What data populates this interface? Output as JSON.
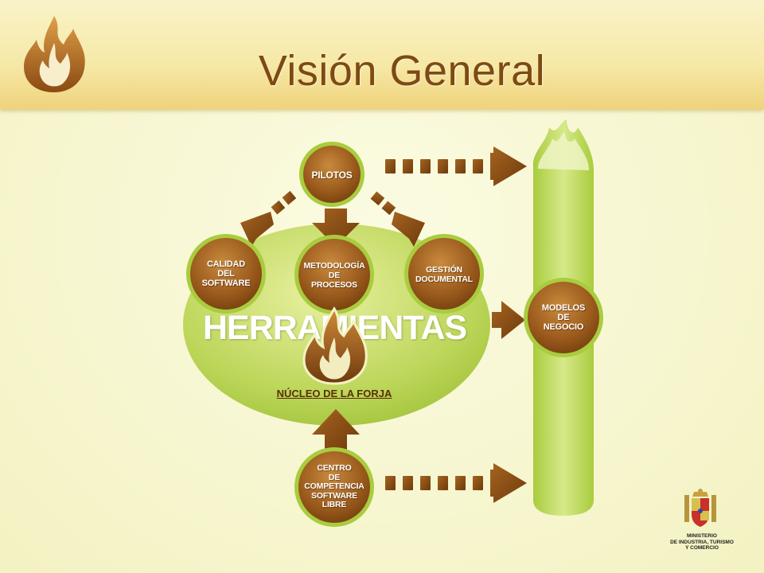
{
  "slide": {
    "title": "Visión General"
  },
  "diagram": {
    "nodes": {
      "pilotos": "PILOTOS",
      "calidad": [
        "CALIDAD",
        "DEL",
        "SOFTWARE"
      ],
      "metodologia": [
        "METODOLOGÍA",
        "DE",
        "PROCESOS"
      ],
      "gestion": [
        "GESTIÓN",
        "DOCUMENTAL"
      ],
      "modelos": [
        "MODELOS",
        "DE",
        "NEGOCIO"
      ],
      "centro": [
        "CENTRO",
        "DE",
        "COMPETENCIA",
        "SOFTWARE",
        "LIBRE"
      ]
    },
    "herramientas": "HERRAMIENTAS",
    "nucleo": "NÚCLEO DE LA FORJA"
  },
  "footer": {
    "ministry_lines": [
      "MINISTERIO",
      "DE INDUSTRIA, TURISMO",
      "Y COMERCIO"
    ]
  },
  "colors": {
    "brown": "#8a4c14",
    "green": "#a9cc3e",
    "pale_green": "#d9e98a"
  }
}
